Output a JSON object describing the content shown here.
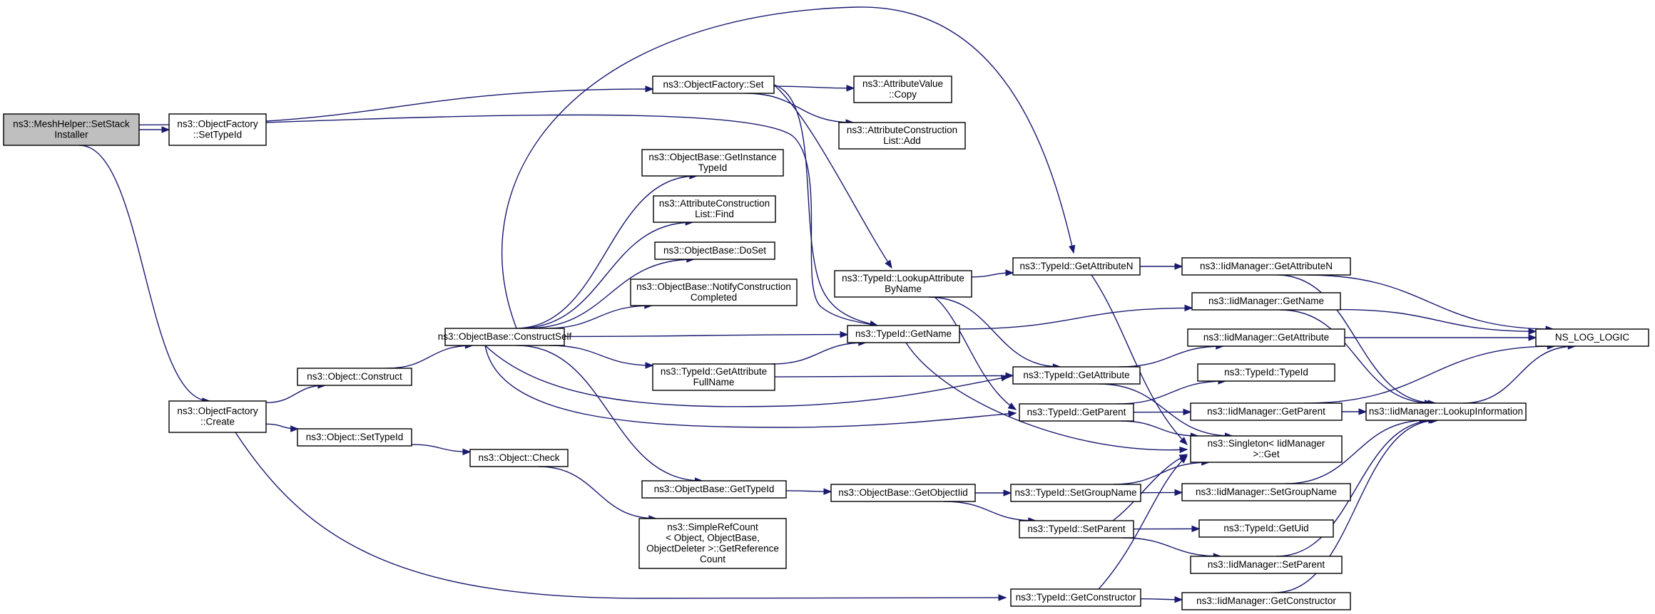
{
  "diagram": {
    "title": "",
    "edge_color": "#191970",
    "root_fill": "#bfbfbf",
    "node_fill": "#ffffff",
    "nodes": [
      {
        "id": "n1",
        "label": [
          "ns3::MeshHelper::SetStack",
          "Installer"
        ],
        "root": true
      },
      {
        "id": "n2",
        "label": [
          "ns3::ObjectFactory::Set"
        ]
      },
      {
        "id": "n3",
        "label": [
          "ns3::ObjectFactory",
          "::SetTypeId"
        ]
      },
      {
        "id": "n4",
        "label": [
          "ns3::ObjectFactory",
          "::Create"
        ]
      },
      {
        "id": "n5",
        "label": [
          "ns3::AttributeValue",
          "::Copy"
        ]
      },
      {
        "id": "n6",
        "label": [
          "ns3::AttributeConstruction",
          "List::Add"
        ]
      },
      {
        "id": "n7",
        "label": [
          "ns3::TypeId::LookupAttribute",
          "ByName"
        ]
      },
      {
        "id": "n8",
        "label": [
          "ns3::TypeId::GetName"
        ]
      },
      {
        "id": "n9",
        "label": [
          "ns3::Object::Construct"
        ]
      },
      {
        "id": "n10",
        "label": [
          "ns3::Object::SetTypeId"
        ]
      },
      {
        "id": "n11",
        "label": [
          "ns3::Object::Check"
        ]
      },
      {
        "id": "n12",
        "label": [
          "ns3::ObjectBase::ConstructSelf"
        ]
      },
      {
        "id": "n13",
        "label": [
          "ns3::ObjectBase::GetInstance",
          "TypeId"
        ]
      },
      {
        "id": "n14",
        "label": [
          "ns3::AttributeConstruction",
          "List::Find"
        ]
      },
      {
        "id": "n15",
        "label": [
          "ns3::ObjectBase::DoSet"
        ]
      },
      {
        "id": "n16",
        "label": [
          "ns3::ObjectBase::NotifyConstruction",
          "Completed"
        ]
      },
      {
        "id": "n17",
        "label": [
          "ns3::TypeId::GetAttribute",
          "FullName"
        ]
      },
      {
        "id": "n18",
        "label": [
          "ns3::ObjectBase::GetTypeId"
        ]
      },
      {
        "id": "n19",
        "label": [
          "ns3::SimpleRefCount",
          "< Object, ObjectBase,",
          "ObjectDeleter >::GetReference",
          "Count"
        ]
      },
      {
        "id": "n20",
        "label": [
          "ns3::TypeId::GetAttributeN"
        ]
      },
      {
        "id": "n21",
        "label": [
          "ns3::TypeId::GetAttribute"
        ]
      },
      {
        "id": "n22",
        "label": [
          "ns3::TypeId::GetParent"
        ]
      },
      {
        "id": "n23",
        "label": [
          "ns3::ObjectBase::GetObjectIid"
        ]
      },
      {
        "id": "n24",
        "label": [
          "ns3::TypeId::SetGroupName"
        ]
      },
      {
        "id": "n25",
        "label": [
          "ns3::TypeId::SetParent"
        ]
      },
      {
        "id": "n26",
        "label": [
          "ns3::TypeId::GetConstructor"
        ]
      },
      {
        "id": "n27",
        "label": [
          "ns3::IidManager::GetAttributeN"
        ]
      },
      {
        "id": "n28",
        "label": [
          "ns3::IidManager::GetName"
        ]
      },
      {
        "id": "n29",
        "label": [
          "ns3::IidManager::GetAttribute"
        ]
      },
      {
        "id": "n30",
        "label": [
          "ns3::TypeId::TypeId"
        ]
      },
      {
        "id": "n31",
        "label": [
          "ns3::IidManager::GetParent"
        ]
      },
      {
        "id": "n32",
        "label": [
          "ns3::Singleton< IidManager",
          ">::Get"
        ]
      },
      {
        "id": "n33",
        "label": [
          "ns3::IidManager::SetGroupName"
        ]
      },
      {
        "id": "n34",
        "label": [
          "ns3::TypeId::GetUid"
        ]
      },
      {
        "id": "n35",
        "label": [
          "ns3::IidManager::SetParent"
        ]
      },
      {
        "id": "n36",
        "label": [
          "ns3::IidManager::GetConstructor"
        ]
      },
      {
        "id": "n37",
        "label": [
          "ns3::IidManager::LookupInformation"
        ]
      },
      {
        "id": "n38",
        "label": [
          "NS_LOG_LOGIC"
        ]
      }
    ],
    "edges": [
      [
        "n1",
        "n2"
      ],
      [
        "n1",
        "n3"
      ],
      [
        "n1",
        "n4"
      ],
      [
        "n2",
        "n5"
      ],
      [
        "n2",
        "n6"
      ],
      [
        "n2",
        "n7"
      ],
      [
        "n2",
        "n8"
      ],
      [
        "n3",
        "n8"
      ],
      [
        "n4",
        "n9"
      ],
      [
        "n4",
        "n10"
      ],
      [
        "n4",
        "n26"
      ],
      [
        "n9",
        "n12"
      ],
      [
        "n10",
        "n11"
      ],
      [
        "n11",
        "n19"
      ],
      [
        "n12",
        "n13"
      ],
      [
        "n12",
        "n14"
      ],
      [
        "n12",
        "n15"
      ],
      [
        "n12",
        "n16"
      ],
      [
        "n12",
        "n17"
      ],
      [
        "n12",
        "n8"
      ],
      [
        "n12",
        "n18"
      ],
      [
        "n12",
        "n20"
      ],
      [
        "n12",
        "n21"
      ],
      [
        "n12",
        "n22"
      ],
      [
        "n17",
        "n8"
      ],
      [
        "n17",
        "n21"
      ],
      [
        "n7",
        "n20"
      ],
      [
        "n7",
        "n21"
      ],
      [
        "n7",
        "n22"
      ],
      [
        "n8",
        "n28"
      ],
      [
        "n8",
        "n32"
      ],
      [
        "n20",
        "n27"
      ],
      [
        "n20",
        "n32"
      ],
      [
        "n21",
        "n29"
      ],
      [
        "n21",
        "n32"
      ],
      [
        "n22",
        "n30"
      ],
      [
        "n22",
        "n31"
      ],
      [
        "n22",
        "n32"
      ],
      [
        "n18",
        "n23"
      ],
      [
        "n23",
        "n24"
      ],
      [
        "n23",
        "n25"
      ],
      [
        "n24",
        "n33"
      ],
      [
        "n24",
        "n32"
      ],
      [
        "n25",
        "n34"
      ],
      [
        "n25",
        "n35"
      ],
      [
        "n25",
        "n32"
      ],
      [
        "n26",
        "n36"
      ],
      [
        "n26",
        "n32"
      ],
      [
        "n27",
        "n37"
      ],
      [
        "n27",
        "n38"
      ],
      [
        "n28",
        "n37"
      ],
      [
        "n28",
        "n38"
      ],
      [
        "n29",
        "n38"
      ],
      [
        "n31",
        "n37"
      ],
      [
        "n31",
        "n38"
      ],
      [
        "n33",
        "n37"
      ],
      [
        "n35",
        "n37"
      ],
      [
        "n36",
        "n37"
      ],
      [
        "n37",
        "n38"
      ]
    ]
  }
}
